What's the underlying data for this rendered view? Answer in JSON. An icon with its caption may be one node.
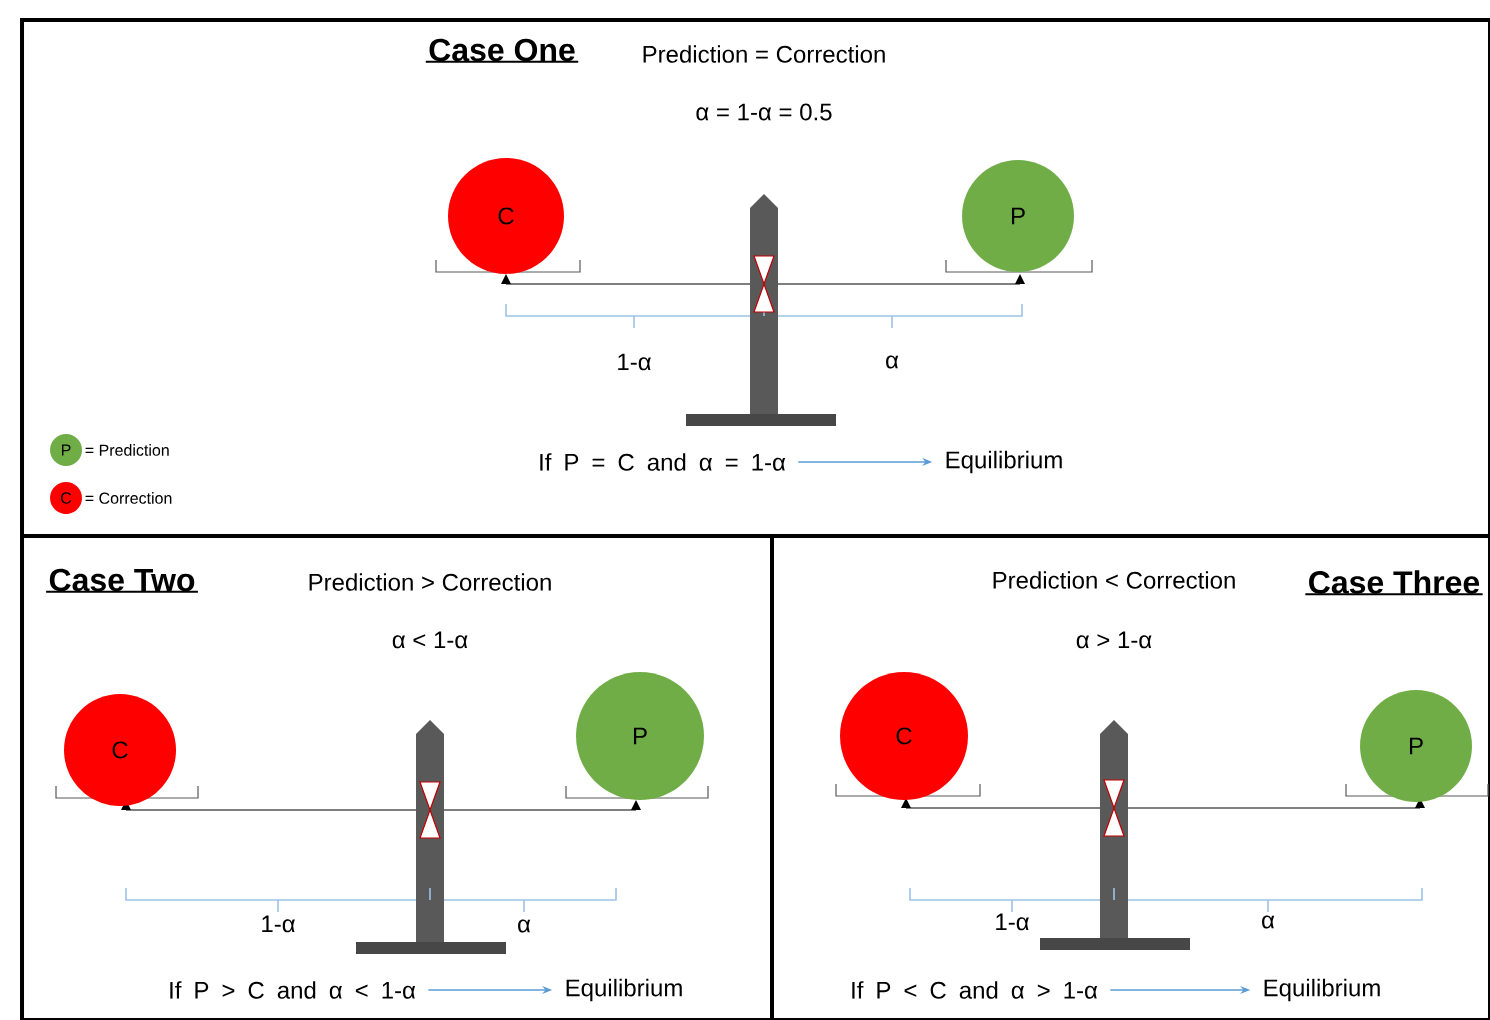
{
  "diagram": {
    "nodes": [
      {
        "text": [
          "Case One",
          "Prediction = Correction",
          "α = 1-α = 0.5",
          "1-α",
          "α"
        ]
      },
      {
        "text": [
          "C"
        ],
        "in": 0
      },
      {
        "text": [
          "P"
        ],
        "in": 0
      },
      {
        "text": [
          "P"
        ],
        "beside": [
          "= Prediction"
        ],
        "in": 0
      },
      {
        "text": [
          "C"
        ],
        "beside": [
          "= Correction"
        ],
        "in": 0
      },
      {
        "text": [
          "If P = C and α = 1-α"
        ],
        "in": 0
      },
      {
        "text": [
          "Equilibrium"
        ],
        "in": 0
      },
      {
        "text": [
          "Case Two",
          "Prediction > Correction",
          "α < 1-α",
          "1-α",
          "α"
        ]
      },
      {
        "text": [
          "C"
        ],
        "in": 7
      },
      {
        "text": [
          "P"
        ],
        "in": 7
      },
      {
        "text": [
          "If P > C and α < 1-α"
        ],
        "in": 7
      },
      {
        "text": [
          "Equilibrium"
        ],
        "in": 7
      },
      {
        "text": [
          "Case Three",
          "Prediction < Correction",
          "α > 1-α",
          "1-α",
          "α"
        ]
      },
      {
        "text": [
          "C"
        ],
        "in": 12
      },
      {
        "text": [
          "P"
        ],
        "in": 12
      },
      {
        "text": [
          "If P < C and α > 1-α"
        ],
        "in": 12
      },
      {
        "text": [
          "Equilibrium"
        ],
        "in": 12
      }
    ],
    "edges": [
      {
        "from": 5,
        "to": 6,
        "arrow": "to"
      },
      {
        "from": 10,
        "to": 11,
        "arrow": "to"
      },
      {
        "from": 15,
        "to": 16,
        "arrow": "to"
      }
    ]
  }
}
